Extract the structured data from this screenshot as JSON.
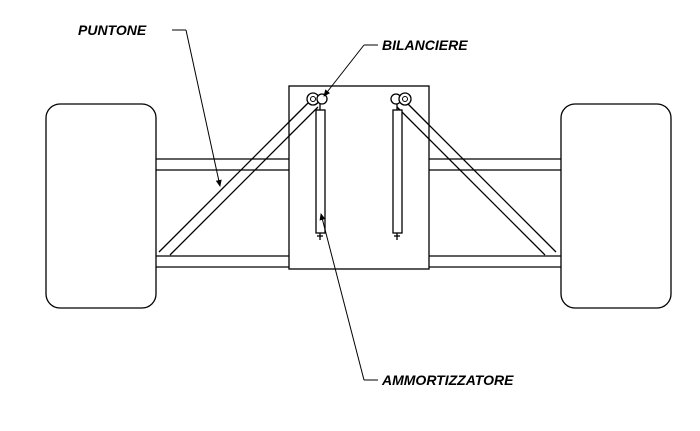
{
  "labels": {
    "puntone": "PUNTONE",
    "bilanciere": "BILANCIERE",
    "ammortizzatore": "AMMORTIZZATORE"
  }
}
